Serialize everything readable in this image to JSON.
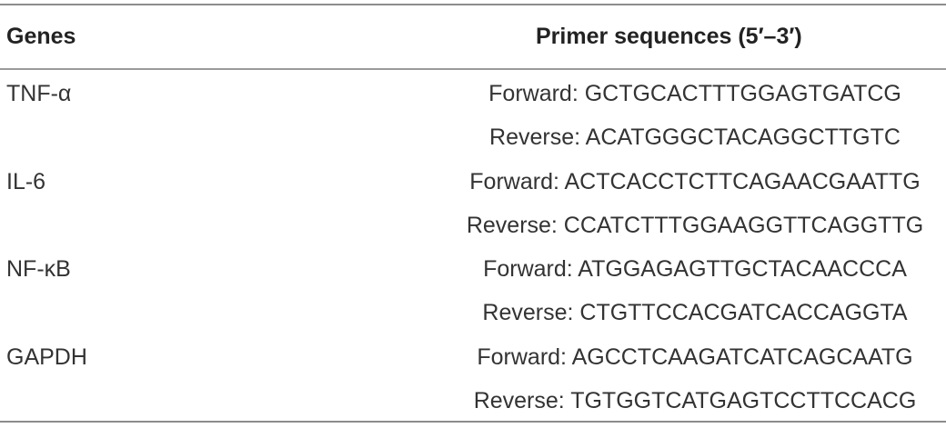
{
  "table": {
    "headers": {
      "genes": "Genes",
      "primers": "Primer sequences (5′–3′)"
    },
    "rows": [
      {
        "gene": "TNF-α",
        "primer": "Forward: GCTGCACTTTGGAGTGATCG"
      },
      {
        "gene": "",
        "primer": "Reverse: ACATGGGCTACAGGCTTGTC"
      },
      {
        "gene": "IL-6",
        "primer": "Forward: ACTCACCTCTTCAGAACGAATTG"
      },
      {
        "gene": "",
        "primer": "Reverse: CCATCTTTGGAAGGTTCAGGTTG"
      },
      {
        "gene": "NF-κB",
        "primer": "Forward: ATGGAGAGTTGCTACAACCCA"
      },
      {
        "gene": "",
        "primer": "Reverse: CTGTTCCACGATCACCAGGTA"
      },
      {
        "gene": "GAPDH",
        "primer": "Forward: AGCCTCAAGATCATCAGCAATG"
      },
      {
        "gene": "",
        "primer": "Reverse: TGTGGTCATGAGTCCTTCCACG"
      }
    ]
  }
}
